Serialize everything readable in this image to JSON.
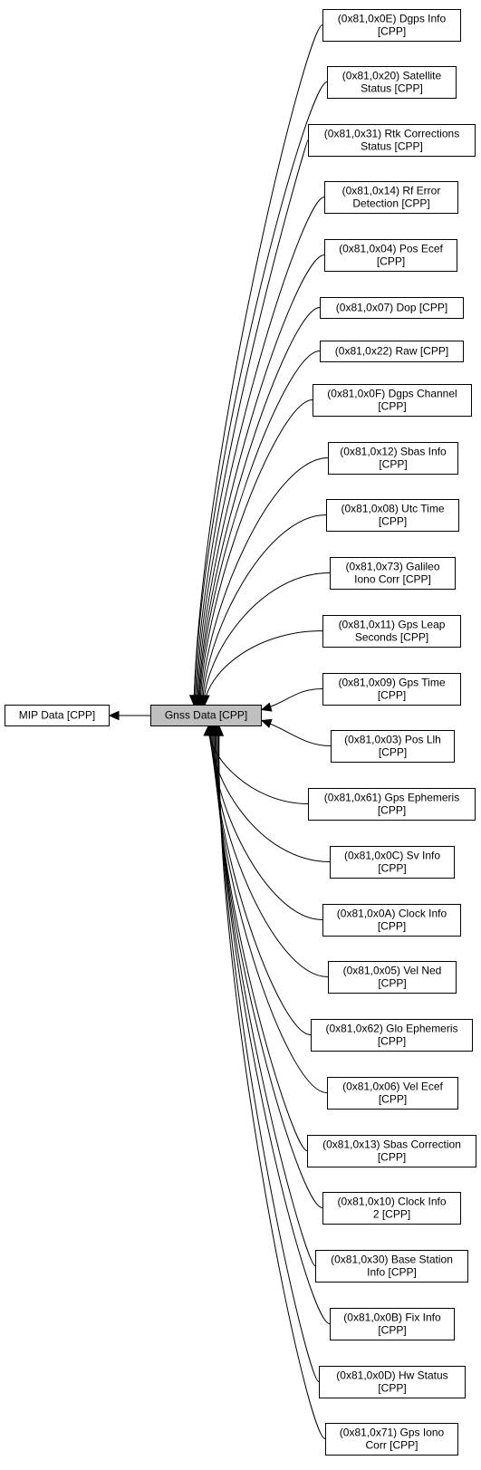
{
  "graph": {
    "parent": {
      "label": [
        "MIP Data [CPP]"
      ]
    },
    "current": {
      "label": [
        "Gnss Data [CPP]"
      ]
    },
    "children": [
      {
        "id": "dgps-info",
        "label": [
          "(0x81,0x0E) Dgps Info",
          "[CPP]"
        ]
      },
      {
        "id": "satellite-status",
        "label": [
          "(0x81,0x20) Satellite",
          "Status [CPP]"
        ]
      },
      {
        "id": "rtk-corrections-status",
        "label": [
          "(0x81,0x31) Rtk Corrections",
          "Status [CPP]"
        ]
      },
      {
        "id": "rf-error-detection",
        "label": [
          "(0x81,0x14) Rf Error",
          "Detection [CPP]"
        ]
      },
      {
        "id": "pos-ecef",
        "label": [
          "(0x81,0x04) Pos Ecef",
          "[CPP]"
        ]
      },
      {
        "id": "dop",
        "label": [
          "(0x81,0x07) Dop [CPP]"
        ]
      },
      {
        "id": "raw",
        "label": [
          "(0x81,0x22) Raw [CPP]"
        ]
      },
      {
        "id": "dgps-channel",
        "label": [
          "(0x81,0x0F) Dgps Channel",
          "[CPP]"
        ]
      },
      {
        "id": "sbas-info",
        "label": [
          "(0x81,0x12) Sbas Info",
          "[CPP]"
        ]
      },
      {
        "id": "utc-time",
        "label": [
          "(0x81,0x08) Utc Time",
          "[CPP]"
        ]
      },
      {
        "id": "galileo-iono-corr",
        "label": [
          "(0x81,0x73) Galileo",
          "Iono Corr [CPP]"
        ]
      },
      {
        "id": "gps-leap-seconds",
        "label": [
          "(0x81,0x11) Gps Leap",
          "Seconds [CPP]"
        ]
      },
      {
        "id": "gps-time",
        "label": [
          "(0x81,0x09) Gps Time",
          "[CPP]"
        ]
      },
      {
        "id": "pos-llh",
        "label": [
          "(0x81,0x03) Pos Llh",
          "[CPP]"
        ]
      },
      {
        "id": "gps-ephemeris",
        "label": [
          "(0x81,0x61) Gps Ephemeris",
          "[CPP]"
        ]
      },
      {
        "id": "sv-info",
        "label": [
          "(0x81,0x0C) Sv Info",
          "[CPP]"
        ]
      },
      {
        "id": "clock-info",
        "label": [
          "(0x81,0x0A) Clock Info",
          "[CPP]"
        ]
      },
      {
        "id": "vel-ned",
        "label": [
          "(0x81,0x05) Vel Ned",
          "[CPP]"
        ]
      },
      {
        "id": "glo-ephemeris",
        "label": [
          "(0x81,0x62) Glo Ephemeris",
          "[CPP]"
        ]
      },
      {
        "id": "vel-ecef",
        "label": [
          "(0x81,0x06) Vel Ecef",
          "[CPP]"
        ]
      },
      {
        "id": "sbas-correction",
        "label": [
          "(0x81,0x13) Sbas Correction",
          "[CPP]"
        ]
      },
      {
        "id": "clock-info-2",
        "label": [
          "(0x81,0x10) Clock Info",
          "2 [CPP]"
        ]
      },
      {
        "id": "base-station-info",
        "label": [
          "(0x81,0x30) Base Station",
          "Info [CPP]"
        ]
      },
      {
        "id": "fix-info",
        "label": [
          "(0x81,0x0B) Fix Info",
          "[CPP]"
        ]
      },
      {
        "id": "hw-status",
        "label": [
          "(0x81,0x0D) Hw Status",
          "[CPP]"
        ]
      },
      {
        "id": "gps-iono-corr",
        "label": [
          "(0x81,0x71) Gps Iono",
          "Corr [CPP]"
        ]
      }
    ]
  }
}
